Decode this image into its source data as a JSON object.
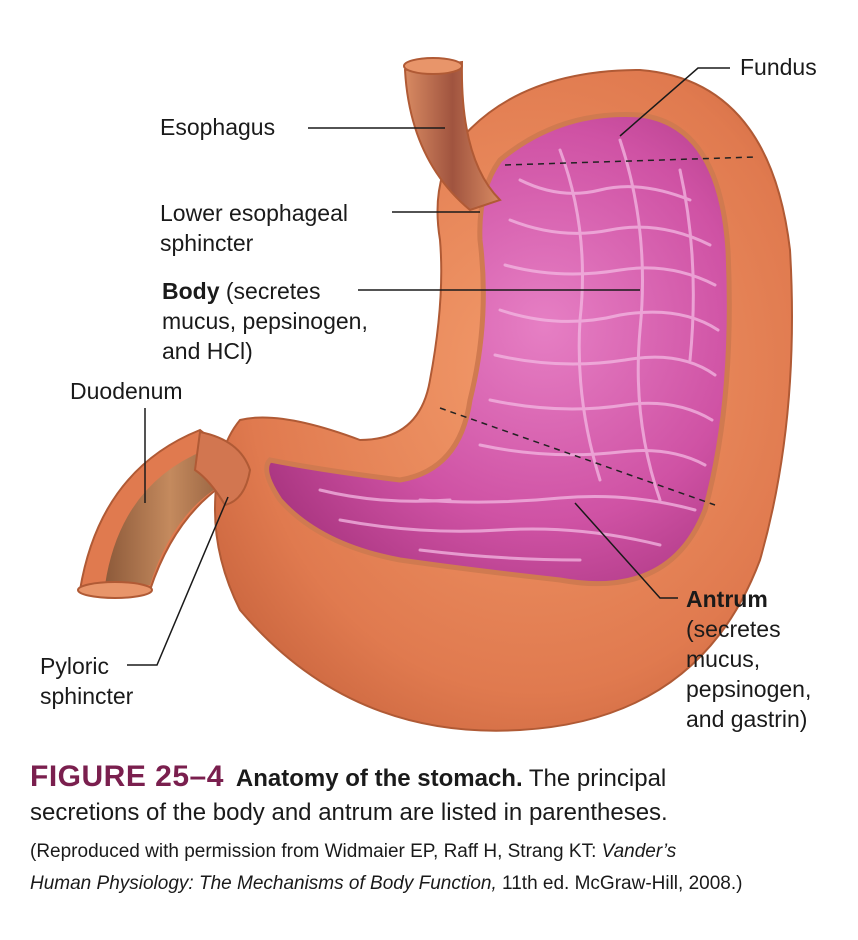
{
  "labels": {
    "fundus": "Fundus",
    "esophagus": "Esophagus",
    "les_line1": "Lower esophageal",
    "les_line2": "sphincter",
    "body_bold": "Body",
    "body_line1_rest": " (secretes",
    "body_line2": "mucus, pepsinogen,",
    "body_line3": "and HCl)",
    "duodenum": "Duodenum",
    "antrum_bold": "Antrum",
    "antrum_line2": "(secretes",
    "antrum_line3": "mucus,",
    "antrum_line4": "pepsinogen,",
    "antrum_line5": "and gastrin)",
    "pyloric_line1": "Pyloric",
    "pyloric_line2": "sphincter"
  },
  "caption": {
    "figure_number": "FIGURE 25–4",
    "title": "Anatomy of the stomach.",
    "text_line1": " The principal",
    "text_line2": "secretions of the body and antrum are listed in parentheses.",
    "credit_prefix": "(Reproduced with permission from Widmaier EP, Raff H, Strang KT: ",
    "credit_book1": "Vander’s",
    "credit_book2": "Human Physiology: The Mechanisms of Body Function,",
    "credit_suffix": " 11th ed. McGraw-Hill, 2008.)"
  },
  "colors": {
    "wall": "#e07a4f",
    "wall_dark": "#c85f38",
    "lumen": "#c8479b",
    "fold": "#f0b0e0",
    "esophagus": "#a0543f",
    "duodenum_inner": "#b7774f",
    "figure_number": "#7a1f4e"
  }
}
